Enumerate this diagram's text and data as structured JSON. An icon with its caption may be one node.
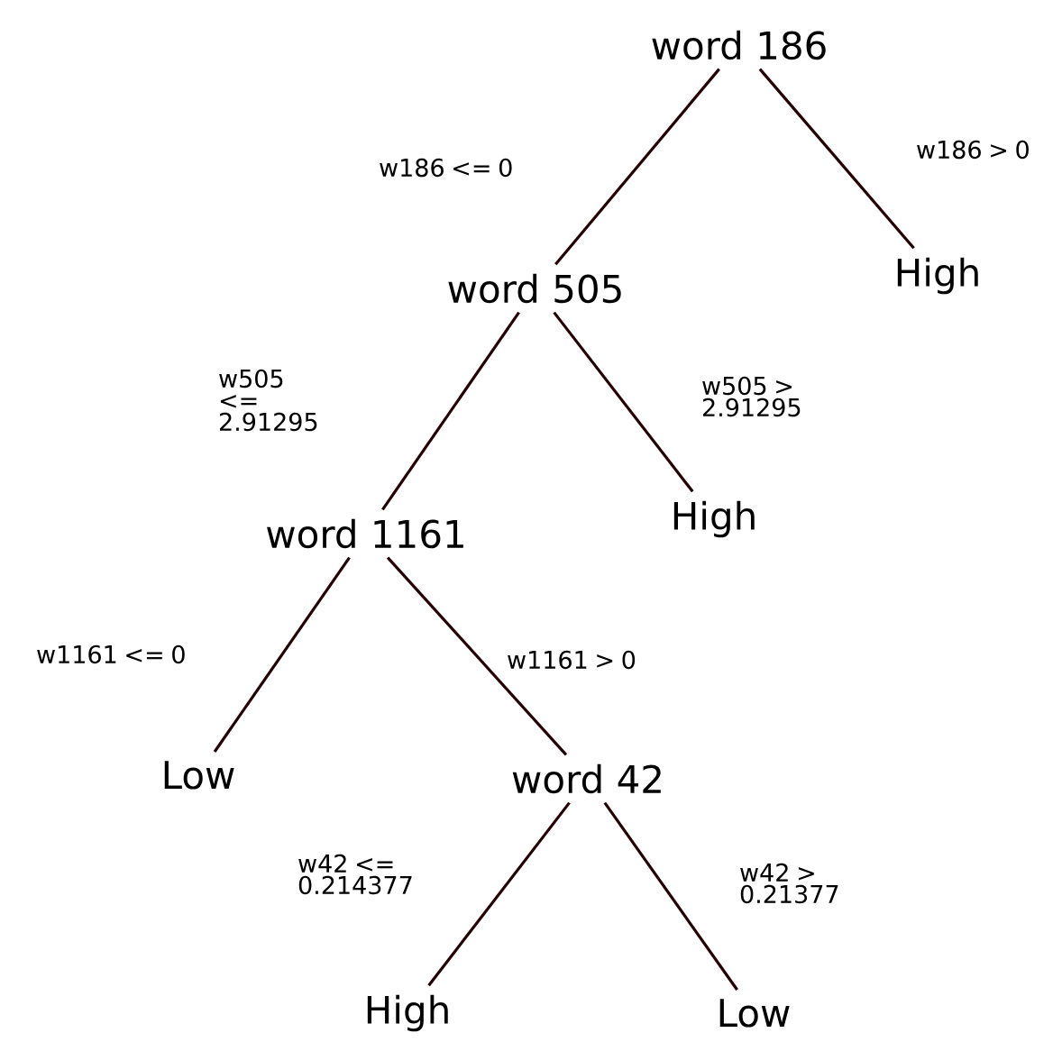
{
  "diagram": {
    "nodes": [
      {
        "text": [
          "word 186"
        ]
      },
      {
        "text": [
          "word 505"
        ]
      },
      {
        "text": [
          "High"
        ]
      },
      {
        "text": [
          "word 1161"
        ]
      },
      {
        "text": [
          "High"
        ]
      },
      {
        "text": [
          "Low"
        ]
      },
      {
        "text": [
          "word 42"
        ]
      },
      {
        "text": [
          "High"
        ]
      },
      {
        "text": [
          "Low"
        ]
      }
    ],
    "edges": [
      {
        "from": 0,
        "to": 1,
        "arrow": "none",
        "label": "w186 <= 0"
      },
      {
        "from": 0,
        "to": 2,
        "arrow": "none",
        "label": "w186 > 0"
      },
      {
        "from": 1,
        "to": 3,
        "arrow": "none",
        "label": "w505 <= 2.91295"
      },
      {
        "from": 1,
        "to": 4,
        "arrow": "none",
        "label": "w505 > 2.91295"
      },
      {
        "from": 3,
        "to": 5,
        "arrow": "none",
        "label": "w1161 <= 0"
      },
      {
        "from": 3,
        "to": 6,
        "arrow": "none",
        "label": "w1161 > 0"
      },
      {
        "from": 6,
        "to": 7,
        "arrow": "none",
        "label": "w42 <= 0.214377"
      },
      {
        "from": 6,
        "to": 8,
        "arrow": "none",
        "label": "w42 > 0.21377"
      }
    ]
  }
}
